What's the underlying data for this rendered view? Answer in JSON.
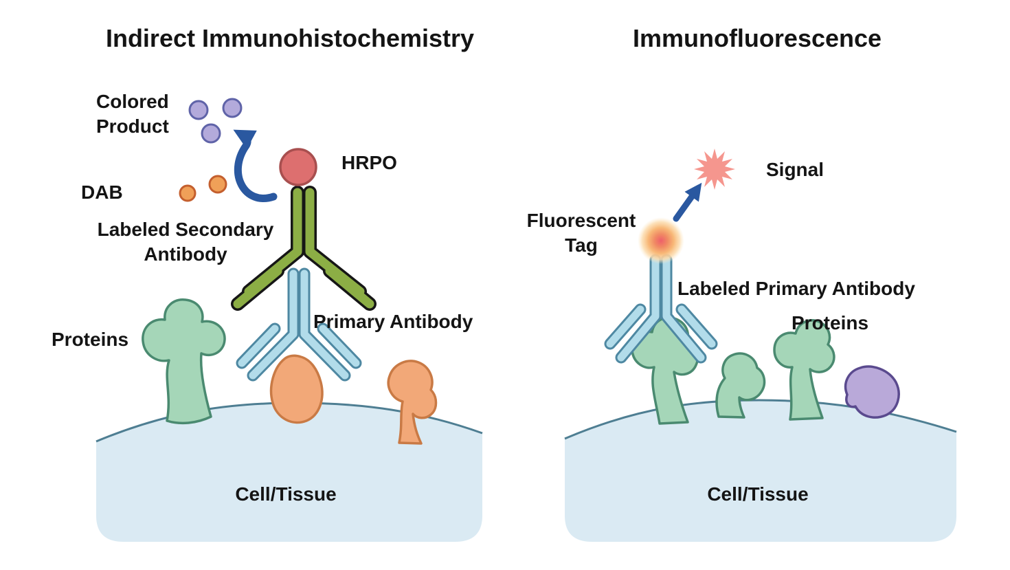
{
  "left_panel": {
    "title": "Indirect Immunohistochemistry",
    "labels": {
      "colored_product": "Colored\nProduct",
      "dab": "DAB",
      "hrpo": "HRPO",
      "labeled_secondary_antibody": "Labeled Secondary\nAntibody",
      "primary_antibody": "Primary Antibody",
      "proteins": "Proteins",
      "cell_tissue": "Cell/Tissue"
    }
  },
  "right_panel": {
    "title": "Immunofluorescence",
    "labels": {
      "fluorescent_tag": "Fluorescent\nTag",
      "signal": "Signal",
      "labeled_primary_antibody": "Labeled Primary Antibody",
      "proteins": "Proteins",
      "cell_tissue": "Cell/Tissue"
    }
  },
  "colors": {
    "secondary_antibody_green": "#8cae45",
    "secondary_antibody_outline": "#161616",
    "primary_antibody_blue": "#b2dcea",
    "primary_antibody_outline": "#4e88a2",
    "hrpo_red": "#dd6f6f",
    "dab_orange": "#f0a058",
    "colored_product_purple": "#b3aadb",
    "protein_green": "#a5d6b8",
    "protein_green_outline": "#4a8a70",
    "antigen_orange": "#f2a878",
    "protein_purple": "#b9a9d9",
    "cell_fill": "#daeaf3",
    "cell_outline": "#4e7e92",
    "arrow_blue": "#2a58a0",
    "signal_pink": "#f5968e",
    "fluorescent_tag_core": "#ee5f6a"
  }
}
